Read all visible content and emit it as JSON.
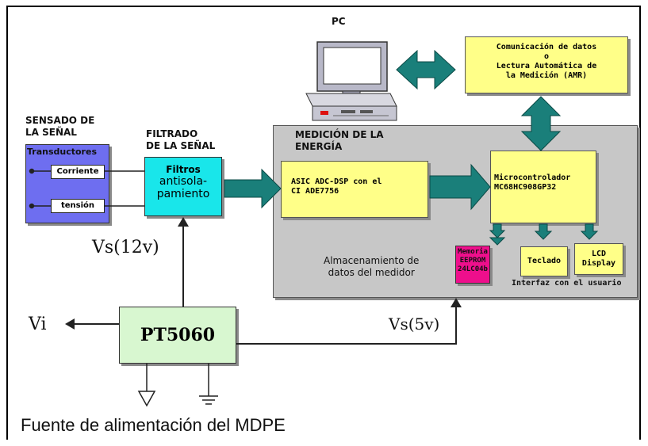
{
  "pc": {
    "label": "PC"
  },
  "communication": {
    "lines": [
      "Comunicación de datos",
      "o",
      "Lectura Automática de",
      "la Medición (AMR)"
    ]
  },
  "sensing": {
    "title_lines": [
      "SENSADO DE",
      "LA SEÑAL"
    ],
    "transducers_label": "Transductores",
    "current_label": "Corriente",
    "voltage_label": "tensión"
  },
  "filtering": {
    "title_lines": [
      "FILTRADO",
      "DE LA SEÑAL"
    ],
    "box_lines": [
      "Filtros",
      "antisola-",
      "pamiento"
    ]
  },
  "measurement": {
    "title_lines": [
      "MEDICIÓN DE LA",
      "ENERGÍA"
    ],
    "asic_lines": [
      "ASIC ADC-DSP con el",
      "CI ADE7756"
    ],
    "micro_lines": [
      "Microcontrolador",
      "MC68HC908GP32"
    ],
    "storage_lines": [
      "Almacenamiento de",
      "datos del medidor"
    ],
    "memory_lines": [
      "Memoria",
      "EEPROM",
      "24LC04b"
    ],
    "keyboard_label": "Teclado",
    "lcd_lines": [
      "LCD",
      "Display"
    ],
    "ui_label": "Interfaz con el usuario"
  },
  "power": {
    "chip_label": "PT5060",
    "vs12_label": "Vs(12v)",
    "vs5_label": "Vs(5v)",
    "vi_label": "Vi",
    "caption": "Fuente de alimentación del MDPE"
  },
  "colors": {
    "teal_arrow": "#1a7f7a",
    "measurement_bg": "#c7c7c7",
    "yellow_box": "#ffff88",
    "filter_box": "#19e6ea",
    "chip_box": "#d8f7d0",
    "memory_box": "#ee0f8c",
    "transducer_box": "#6e6ef0"
  }
}
